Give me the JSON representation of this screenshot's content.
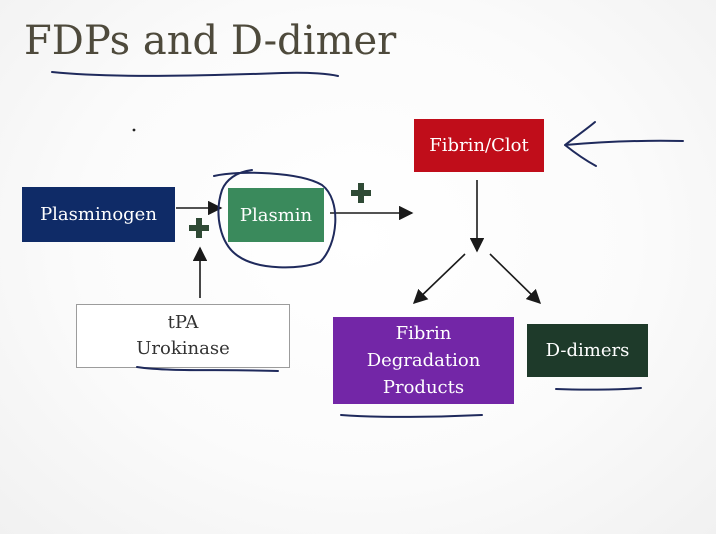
{
  "slide": {
    "title": "FDPs and D-dimer"
  },
  "nodes": {
    "plasminogen": {
      "label": "Plasminogen",
      "color": "#0f2b67",
      "text_color": "#ffffff"
    },
    "plasmin": {
      "label": "Plasmin",
      "color": "#3a8a5c",
      "text_color": "#ffffff"
    },
    "fibrin_clot": {
      "label": "Fibrin/Clot",
      "color": "#c00d1a",
      "text_color": "#ffffff"
    },
    "fdp": {
      "lines": [
        "Fibrin",
        "Degradation",
        "Products"
      ],
      "color": "#7326a7",
      "text_color": "#ffffff"
    },
    "d_dimers": {
      "label": "D-dimers",
      "color": "#1e3a2a",
      "text_color": "#ffffff"
    },
    "activators": {
      "lines": [
        "tPA",
        "Urokinase"
      ]
    }
  },
  "symbols": {
    "plus_color": "#2f4a35"
  },
  "annotations": {
    "ink_color": "#1f2a5c"
  }
}
